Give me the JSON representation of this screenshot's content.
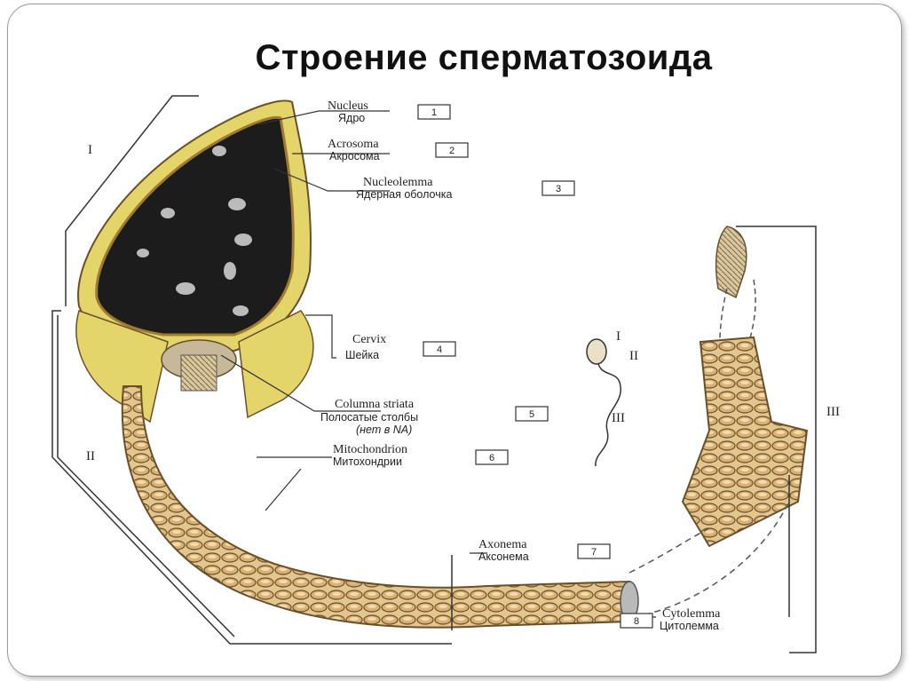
{
  "title": "Строение сперматозоида",
  "labels": [
    {
      "en": "Nucleus",
      "ru": "Ядро",
      "num": "1"
    },
    {
      "en": "Acrosoma",
      "ru": "Акросома",
      "num": "2"
    },
    {
      "en": "Nucleolemma",
      "ru": "Ядерная оболочка",
      "num": "3"
    },
    {
      "en": "Cervix",
      "ru": "Шейка",
      "num": "4"
    },
    {
      "en": "Columna striata",
      "ru": "Полосатые столбы",
      "note": "(нет в NA)",
      "num": "5"
    },
    {
      "en": "Mitochondrion",
      "ru": "Митохондрии",
      "num": "6"
    },
    {
      "en": "Axonema",
      "ru": "Аксонема",
      "num": "7"
    },
    {
      "en": "Cytolemma",
      "ru": "Цитолемма",
      "num": "8"
    }
  ],
  "regions": [
    "I",
    "II",
    "III"
  ],
  "overview_regions": [
    "I",
    "II",
    "III"
  ],
  "colors": {
    "nucleus": "#1c1c1c",
    "acrosome": "#e4d56a",
    "midpiece": "#c9a060",
    "outline": "#6b4f2a"
  },
  "icons": [
    "sperm-head-illustration",
    "mitochondrial-sheath-illustration",
    "flagellum-illustration",
    "sperm-overview-sketch"
  ]
}
